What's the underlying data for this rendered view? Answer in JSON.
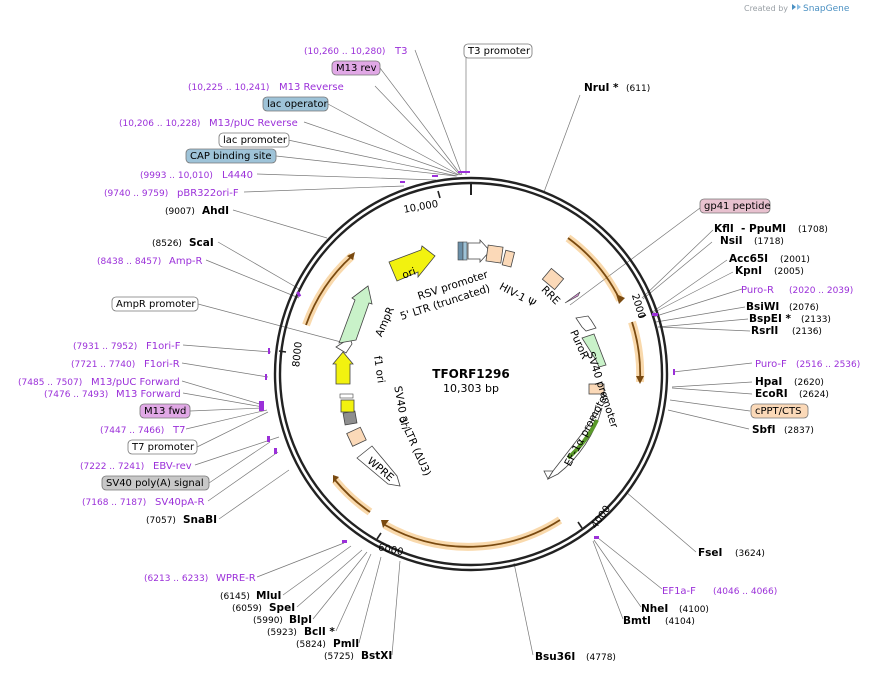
{
  "credit": {
    "prefix": "Created by",
    "brand": "SnapGene"
  },
  "plasmid": {
    "name": "TFORF1296",
    "size": "10,303 bp"
  },
  "ticks": [
    "10,000",
    "2000",
    "4000",
    "6000",
    "8000"
  ],
  "left_sites": [
    {
      "pos": "(9007)",
      "name": "AhdI"
    },
    {
      "pos": "(8526)",
      "name": "ScaI"
    },
    {
      "pos": "(7057)",
      "name": "SnaBI"
    },
    {
      "pos": "(6145)",
      "name": "MluI"
    },
    {
      "pos": "(6059)",
      "name": "SpeI"
    },
    {
      "pos": "(5990)",
      "name": "BlpI"
    },
    {
      "pos": "(5923)",
      "name": "BclI *"
    },
    {
      "pos": "(5824)",
      "name": "PmlI"
    },
    {
      "pos": "(5725)",
      "name": "BstXI"
    }
  ],
  "right_sites": [
    {
      "name": "NruI *",
      "pos": "(611)"
    },
    {
      "name": "KflI",
      "pos": ""
    },
    {
      "name": "- PpuMI",
      "pos": "(1708)"
    },
    {
      "name": "NsiI",
      "pos": "(1718)"
    },
    {
      "name": "Acc65I",
      "pos": "(2001)"
    },
    {
      "name": "KpnI",
      "pos": "(2005)"
    },
    {
      "name": "BsiWI",
      "pos": "(2076)"
    },
    {
      "name": "BspEI *",
      "pos": "(2133)"
    },
    {
      "name": "RsrII",
      "pos": "(2136)"
    },
    {
      "name": "HpaI",
      "pos": "(2620)"
    },
    {
      "name": "EcoRI",
      "pos": "(2624)"
    },
    {
      "name": "SbfI",
      "pos": "(2837)"
    },
    {
      "name": "FseI",
      "pos": "(3624)"
    },
    {
      "name": "NheI",
      "pos": "(4100)"
    },
    {
      "name": "BmtI",
      "pos": "(4104)"
    },
    {
      "name": "Bsu36I",
      "pos": "(4778)"
    }
  ],
  "left_primers": [
    {
      "pos": "(10,260 .. 10,280)",
      "name": "T3"
    },
    {
      "pos": "(10,225 .. 10,241)",
      "name": "M13 Reverse"
    },
    {
      "pos": "(10,206 .. 10,228)",
      "name": "M13/pUC Reverse"
    },
    {
      "pos": "(9993 .. 10,010)",
      "name": "L4440"
    },
    {
      "pos": "(9740 .. 9759)",
      "name": "pBR322ori-F"
    },
    {
      "pos": "(8438 .. 8457)",
      "name": "Amp-R"
    },
    {
      "pos": "(7931 .. 7952)",
      "name": "F1ori-F"
    },
    {
      "pos": "(7721 .. 7740)",
      "name": "F1ori-R"
    },
    {
      "pos": "(7485 .. 7507)",
      "name": "M13/pUC Forward"
    },
    {
      "pos": "(7476 .. 7493)",
      "name": "M13 Forward"
    },
    {
      "pos": "(7447 .. 7466)",
      "name": "T7"
    },
    {
      "pos": "(7222 .. 7241)",
      "name": "EBV-rev"
    },
    {
      "pos": "(7168 .. 7187)",
      "name": "SV40pA-R"
    },
    {
      "pos": "(6213 .. 6233)",
      "name": "WPRE-R"
    }
  ],
  "right_primers": [
    {
      "name": "Puro-R",
      "pos": "(2020 .. 2039)"
    },
    {
      "name": "Puro-F",
      "pos": "(2516 .. 2536)"
    },
    {
      "name": "EF1a-F",
      "pos": "(4046 .. 4066)"
    }
  ],
  "boxed_labels": [
    {
      "text": "T3 promoter"
    },
    {
      "text": "M13 rev"
    },
    {
      "text": "lac operator"
    },
    {
      "text": "lac promoter"
    },
    {
      "text": "CAP binding site"
    },
    {
      "text": "gp41 peptide"
    },
    {
      "text": "AmpR promoter"
    },
    {
      "text": "cPPT/CTS"
    },
    {
      "text": "M13 fwd"
    },
    {
      "text": "T7 promoter"
    },
    {
      "text": "SV40 poly(A) signal"
    }
  ],
  "features": [
    {
      "text": "RSV promoter"
    },
    {
      "text": "5' LTR (truncated)"
    },
    {
      "text": "HIV-1 Ψ"
    },
    {
      "text": "RRE"
    },
    {
      "text": "PuroR"
    },
    {
      "text": "SV40 promoter"
    },
    {
      "text": "EF-1α promoter"
    },
    {
      "text": "WPRE"
    },
    {
      "text": "3' LTR (ΔU3)"
    },
    {
      "text": "SV40 ori"
    },
    {
      "text": "f1 ori"
    },
    {
      "text": "AmpR"
    },
    {
      "text": "ori"
    }
  ],
  "colors": {
    "primer": "#9b30d9",
    "orf": "#f3b45a",
    "ori": "#f2f20f",
    "promoter": "#ffffff",
    "ltr": "#fbd9b8",
    "ampr": "#c9f2c9"
  }
}
